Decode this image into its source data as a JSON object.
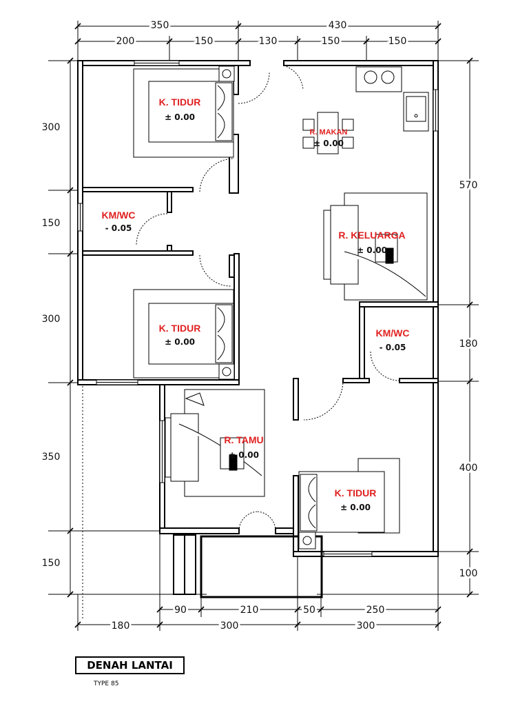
{
  "dimensions": {
    "top_outer": [
      "350",
      "430"
    ],
    "top_inner": [
      "200",
      "150",
      "130",
      "150",
      "150"
    ],
    "left": [
      "300",
      "150",
      "300",
      "350",
      "150"
    ],
    "right": [
      "570",
      "180",
      "400",
      "100"
    ],
    "bottom_inner": [
      "90",
      "210",
      "50",
      "250"
    ],
    "bottom_outer": [
      "180",
      "300",
      "300"
    ]
  },
  "rooms": {
    "bedroom_1": {
      "name": "K. TIDUR",
      "level": "± 0.00"
    },
    "wc_1": {
      "name": "KM/WC",
      "level": "- 0.05"
    },
    "bedroom_2": {
      "name": "K. TIDUR",
      "level": "± 0.00"
    },
    "dining": {
      "name": "R. MAKAN",
      "level": "± 0.00"
    },
    "family": {
      "name": "R. KELUARGA",
      "level": "± 0.00"
    },
    "wc_2": {
      "name": "KM/WC",
      "level": "- 0.05"
    },
    "living": {
      "name": "R. TAMU",
      "level": "± 0.00"
    },
    "bedroom_3": {
      "name": "K. TIDUR",
      "level": "± 0.00"
    }
  },
  "drawing_title": "DENAH LANTAI",
  "drawing_subtitle": "TYPE 85",
  "colors": {
    "room_label": "#e02020",
    "line": "#000000"
  }
}
